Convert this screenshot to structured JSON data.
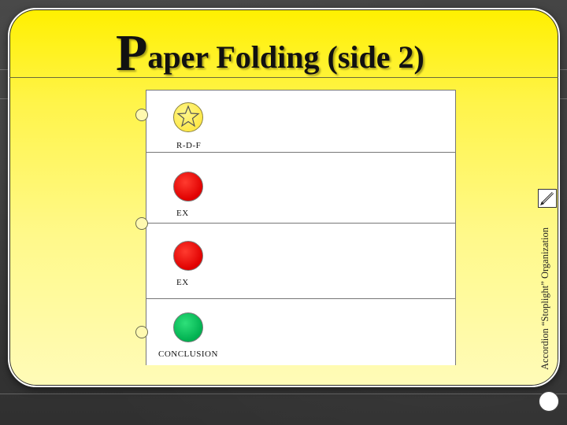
{
  "title": {
    "initial": "P",
    "rest": "aper Folding (side 2)"
  },
  "panels": [
    {
      "label": "R-D-F",
      "color_name": "yellow-star",
      "fill": "#ffe94a"
    },
    {
      "label": "EX",
      "color_name": "red",
      "fill": "#e00000"
    },
    {
      "label": "EX",
      "color_name": "red",
      "fill": "#e00000"
    },
    {
      "label": "CONCLUSION",
      "color_name": "green",
      "fill": "#00b050"
    }
  ],
  "side_label": "Accordion “Stoplight” Organization",
  "icons": {
    "pencil": "pencil-icon",
    "star": "star-icon"
  },
  "colors": {
    "card": "#fff44a",
    "background": "#3a3a3a"
  }
}
